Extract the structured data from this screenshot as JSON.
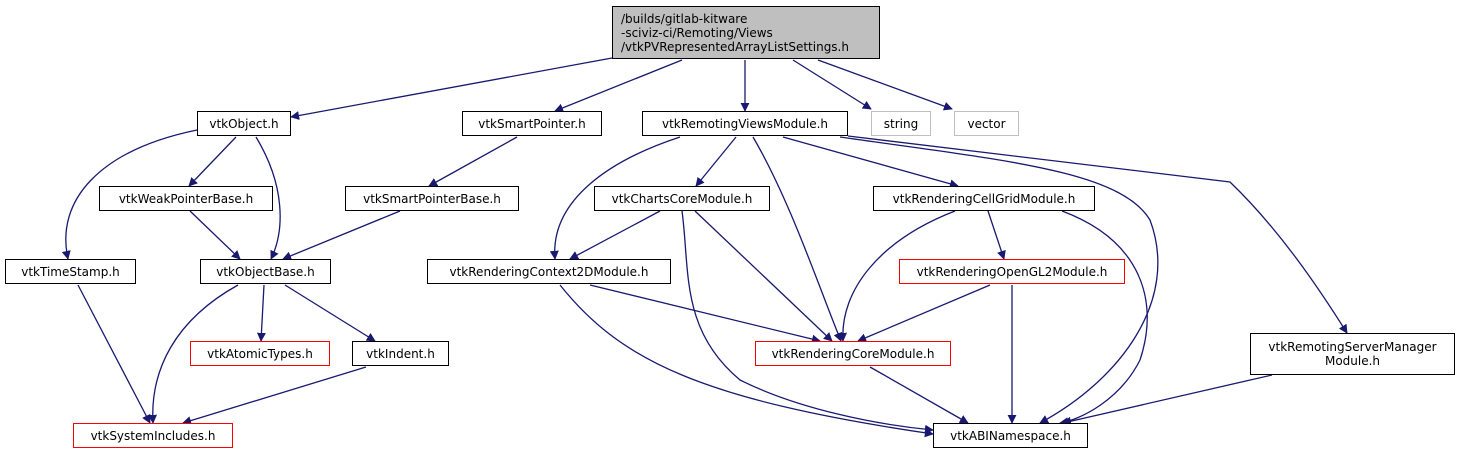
{
  "title": "/builds/gitlab-kitware-sciviz-ci/Remoting/Views/vtkPVRepresentedArrayListSettings.h include dependency graph",
  "colors": {
    "edge": "#191970",
    "root_fill": "#bfbfbf",
    "border_default": "#000000",
    "border_incomplete": "#ff0000",
    "border_external": "#bfbfbf"
  },
  "nodes": [
    {
      "id": "root",
      "label": "/builds/gitlab-kitware\n-sciviz-ci/Remoting/Views\n/vtkPVRepresentedArrayListSettings.h",
      "style": "root"
    },
    {
      "id": "vtkObject",
      "label": "vtkObject.h",
      "style": "normal"
    },
    {
      "id": "vtkSmartPointer",
      "label": "vtkSmartPointer.h",
      "style": "normal"
    },
    {
      "id": "vtkRemotingViewsModule",
      "label": "vtkRemotingViewsModule.h",
      "style": "normal"
    },
    {
      "id": "string",
      "label": "string",
      "style": "external"
    },
    {
      "id": "vector",
      "label": "vector",
      "style": "external"
    },
    {
      "id": "vtkWeakPointerBase",
      "label": "vtkWeakPointerBase.h",
      "style": "normal"
    },
    {
      "id": "vtkSmartPointerBase",
      "label": "vtkSmartPointerBase.h",
      "style": "normal"
    },
    {
      "id": "vtkChartsCoreModule",
      "label": "vtkChartsCoreModule.h",
      "style": "normal"
    },
    {
      "id": "vtkRenderingCellGridModule",
      "label": "vtkRenderingCellGridModule.h",
      "style": "normal"
    },
    {
      "id": "vtkTimeStamp",
      "label": "vtkTimeStamp.h",
      "style": "normal"
    },
    {
      "id": "vtkObjectBase",
      "label": "vtkObjectBase.h",
      "style": "normal"
    },
    {
      "id": "vtkRenderingContext2DModule",
      "label": "vtkRenderingContext2DModule.h",
      "style": "normal"
    },
    {
      "id": "vtkRenderingOpenGL2Module",
      "label": "vtkRenderingOpenGL2Module.h",
      "style": "incomplete"
    },
    {
      "id": "vtkAtomicTypes",
      "label": "vtkAtomicTypes.h",
      "style": "incomplete"
    },
    {
      "id": "vtkIndent",
      "label": "vtkIndent.h",
      "style": "normal"
    },
    {
      "id": "vtkRenderingCoreModule",
      "label": "vtkRenderingCoreModule.h",
      "style": "incomplete"
    },
    {
      "id": "vtkRemotingServerManagerModule",
      "label": "vtkRemotingServerManager\nModule.h",
      "style": "normal"
    },
    {
      "id": "vtkSystemIncludes",
      "label": "vtkSystemIncludes.h",
      "style": "incomplete"
    },
    {
      "id": "vtkABINamespace",
      "label": "vtkABINamespace.h",
      "style": "normal"
    }
  ],
  "edges": [
    [
      "root",
      "vtkObject"
    ],
    [
      "root",
      "vtkSmartPointer"
    ],
    [
      "root",
      "vtkRemotingViewsModule"
    ],
    [
      "root",
      "string"
    ],
    [
      "root",
      "vector"
    ],
    [
      "vtkObject",
      "vtkWeakPointerBase"
    ],
    [
      "vtkObject",
      "vtkObjectBase"
    ],
    [
      "vtkObject",
      "vtkTimeStamp"
    ],
    [
      "vtkSmartPointer",
      "vtkSmartPointerBase"
    ],
    [
      "vtkWeakPointerBase",
      "vtkObjectBase"
    ],
    [
      "vtkSmartPointerBase",
      "vtkObjectBase"
    ],
    [
      "vtkTimeStamp",
      "vtkSystemIncludes"
    ],
    [
      "vtkObjectBase",
      "vtkSystemIncludes"
    ],
    [
      "vtkObjectBase",
      "vtkAtomicTypes"
    ],
    [
      "vtkObjectBase",
      "vtkIndent"
    ],
    [
      "vtkIndent",
      "vtkSystemIncludes"
    ],
    [
      "vtkRemotingViewsModule",
      "vtkChartsCoreModule"
    ],
    [
      "vtkRemotingViewsModule",
      "vtkRenderingContext2DModule"
    ],
    [
      "vtkRemotingViewsModule",
      "vtkRenderingCoreModule"
    ],
    [
      "vtkRemotingViewsModule",
      "vtkRenderingCellGridModule"
    ],
    [
      "vtkRemotingViewsModule",
      "vtkABINamespace"
    ],
    [
      "vtkRemotingViewsModule",
      "vtkRemotingServerManagerModule"
    ],
    [
      "vtkChartsCoreModule",
      "vtkRenderingContext2DModule"
    ],
    [
      "vtkChartsCoreModule",
      "vtkRenderingCoreModule"
    ],
    [
      "vtkChartsCoreModule",
      "vtkABINamespace"
    ],
    [
      "vtkRenderingCellGridModule",
      "vtkRenderingOpenGL2Module"
    ],
    [
      "vtkRenderingCellGridModule",
      "vtkRenderingCoreModule"
    ],
    [
      "vtkRenderingCellGridModule",
      "vtkABINamespace"
    ],
    [
      "vtkRenderingContext2DModule",
      "vtkRenderingCoreModule"
    ],
    [
      "vtkRenderingContext2DModule",
      "vtkABINamespace"
    ],
    [
      "vtkRenderingOpenGL2Module",
      "vtkRenderingCoreModule"
    ],
    [
      "vtkRenderingOpenGL2Module",
      "vtkABINamespace"
    ],
    [
      "vtkRenderingCoreModule",
      "vtkABINamespace"
    ],
    [
      "vtkRemotingServerManagerModule",
      "vtkABINamespace"
    ]
  ]
}
